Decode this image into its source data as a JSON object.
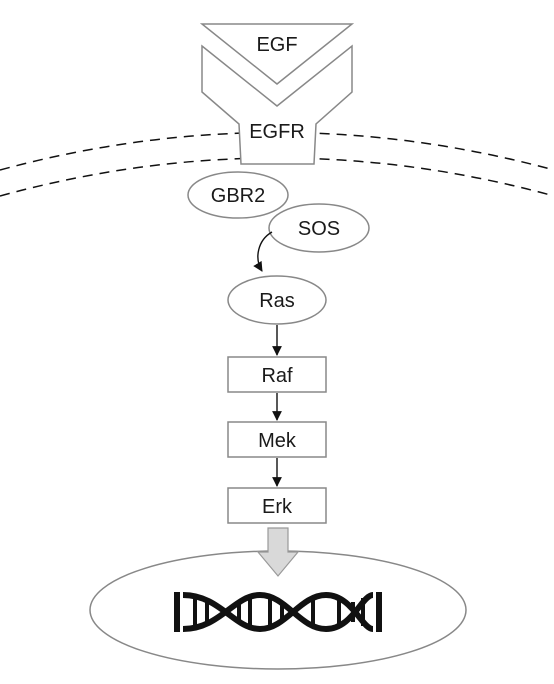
{
  "labels": {
    "egf": "EGF",
    "egfr": "EGFR",
    "gbr2": "GBR2",
    "sos": "SOS",
    "ras": "Ras",
    "raf": "Raf",
    "mek": "Mek",
    "erk": "Erk"
  },
  "icons": {
    "dna": "dna-double-helix-icon",
    "transcription_arrow": "down-block-arrow-icon"
  },
  "colors": {
    "shape_stroke": "#888888",
    "text": "#1a1a1a",
    "arrow": "#111111",
    "block_arrow_fill": "#d9d9d9",
    "dna": "#111111"
  }
}
